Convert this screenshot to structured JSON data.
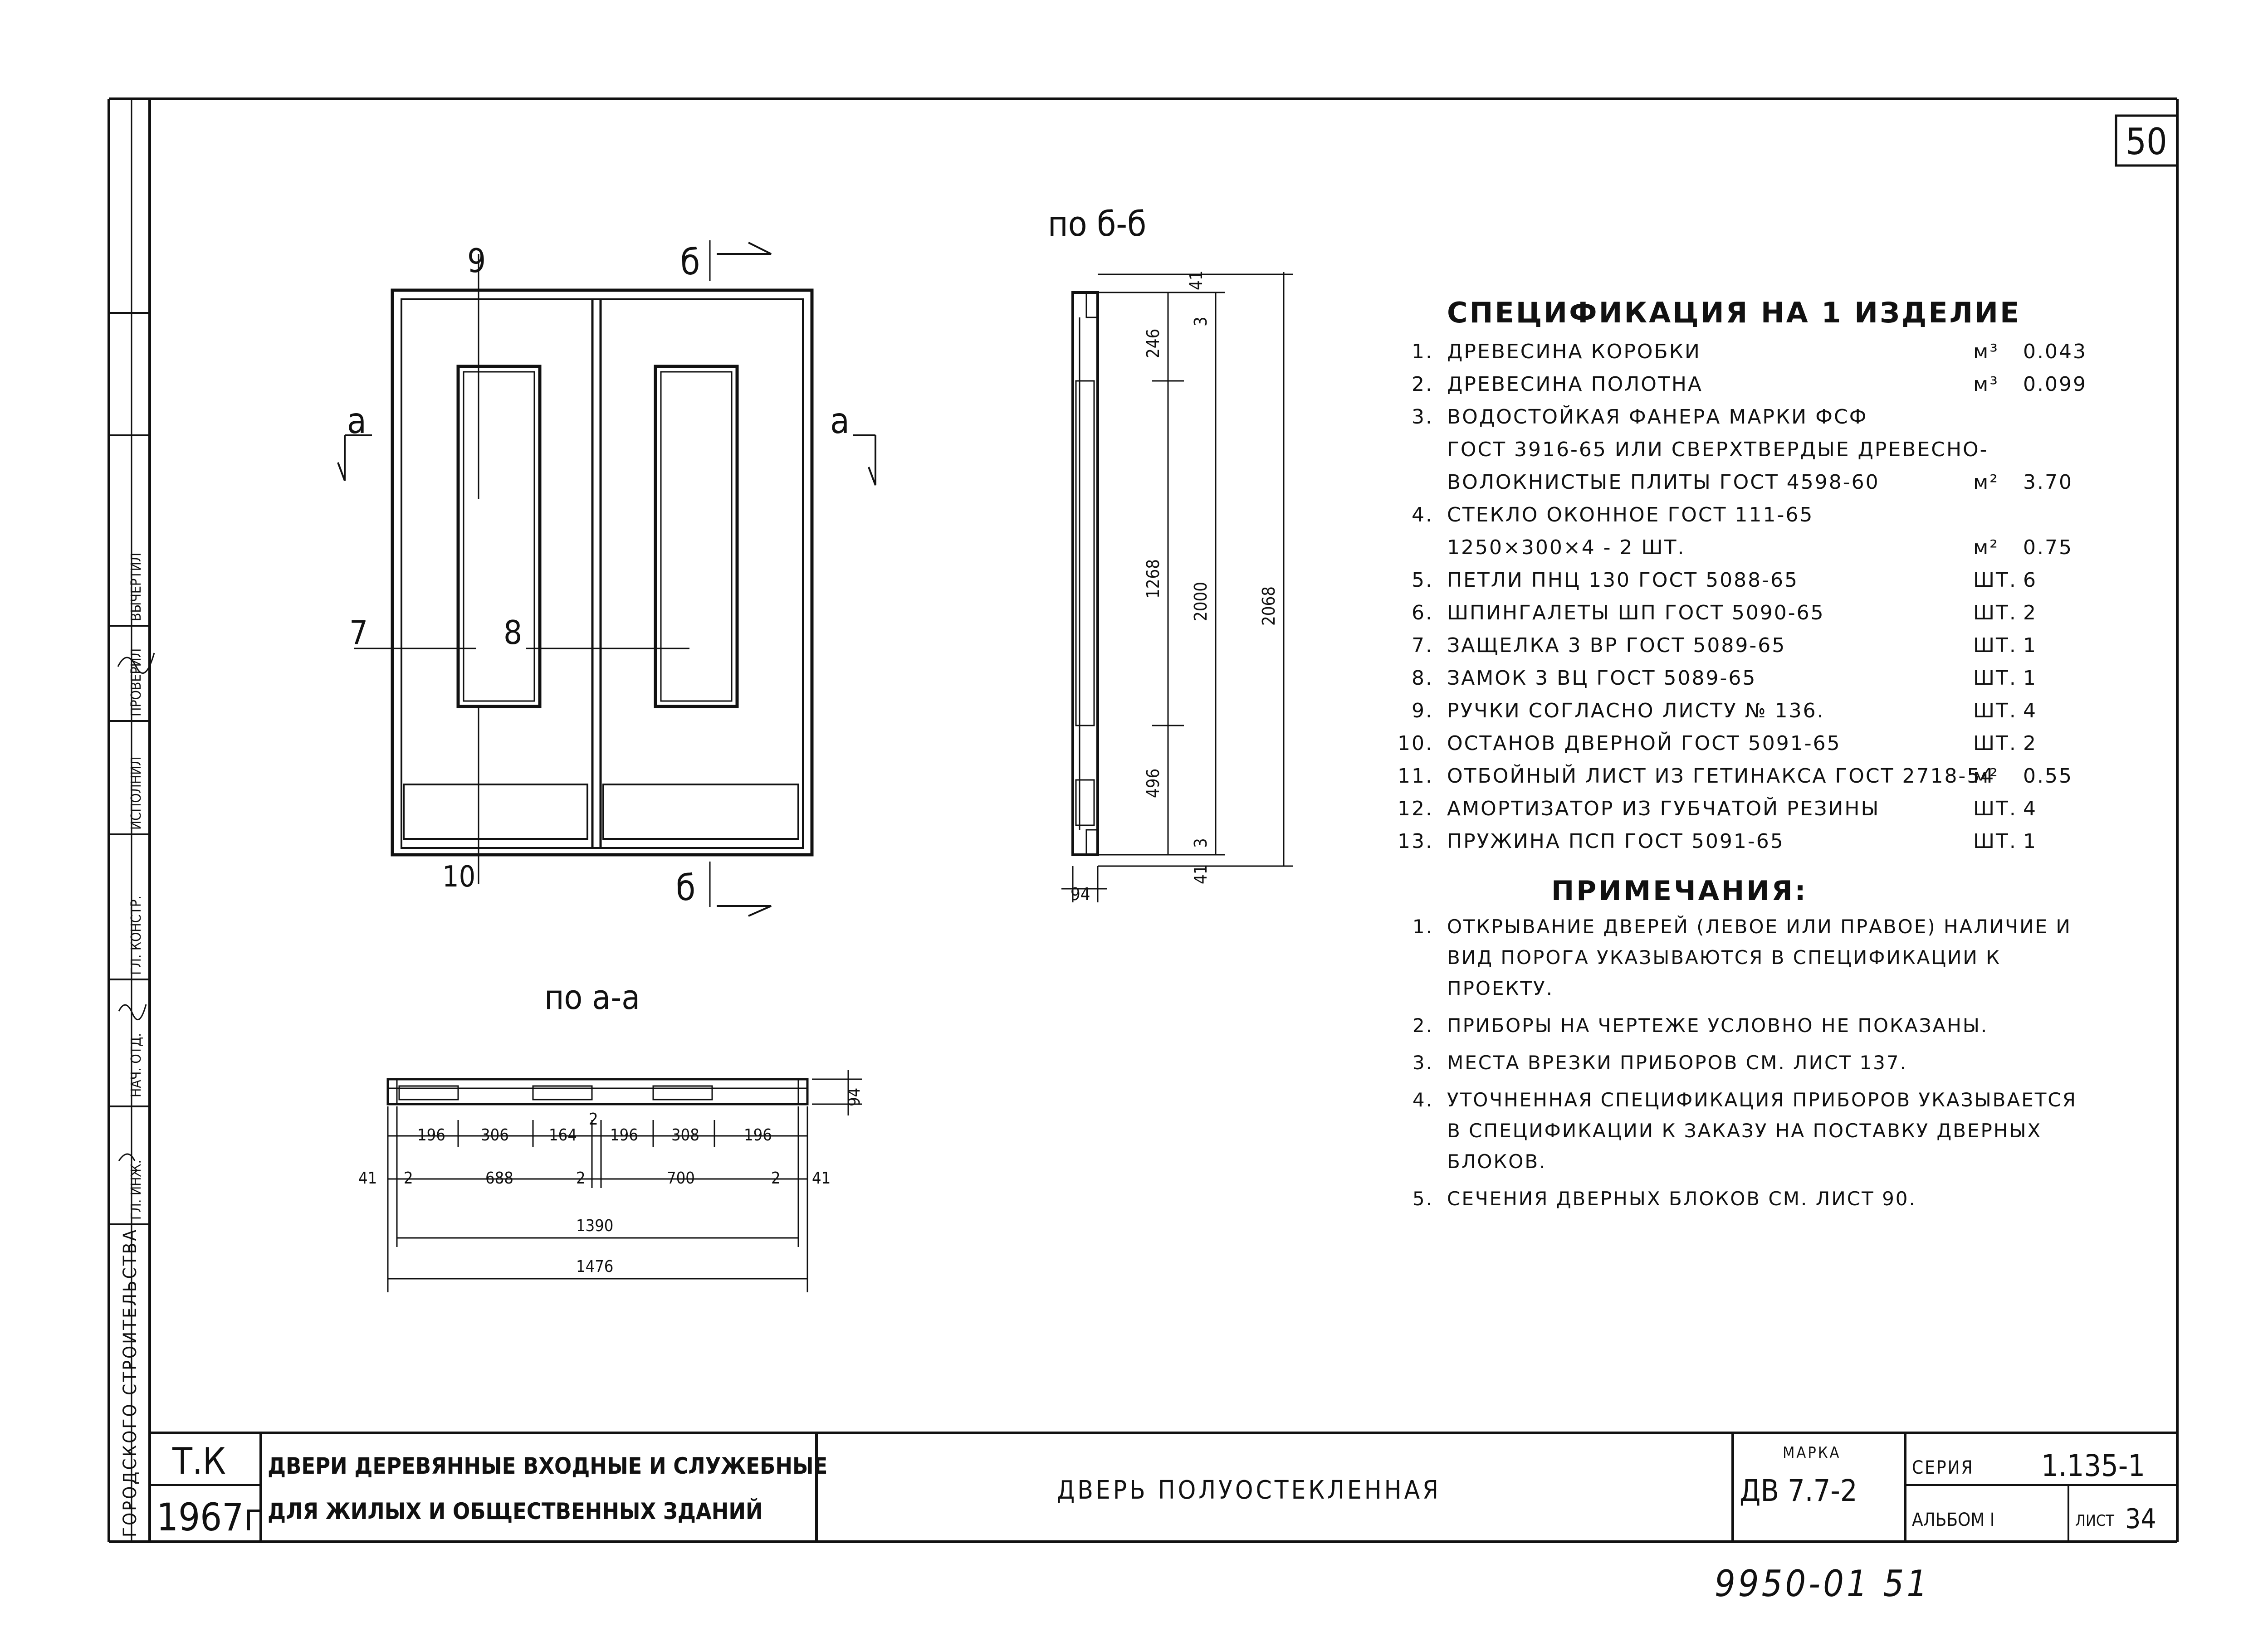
{
  "sheet_number_box": "50",
  "views": {
    "section_bb_title": "по б-б",
    "section_aa_title": "по а-а",
    "markers": {
      "nine": "9",
      "seven": "7",
      "eight": "8",
      "ten": "10",
      "a_left": "а",
      "a_right": "а",
      "b_top": "б",
      "b_bottom": "б"
    }
  },
  "dimensions_bb": {
    "d41_top": "41",
    "d246": "246",
    "d3_top": "3",
    "d1268": "1268",
    "d2000": "2000",
    "d2068": "2068",
    "d496": "496",
    "d3_bottom": "3",
    "d41_bottom": "41",
    "d94": "94"
  },
  "dimensions_aa": {
    "d196a": "196",
    "d306": "306",
    "d164": "164",
    "d2top": "2",
    "d196b": "196",
    "d308": "308",
    "d196c": "196",
    "d94": "94",
    "d41l": "41",
    "d2a": "2",
    "d688": "688",
    "d2b": "2",
    "d700": "700",
    "d2c": "2",
    "d41r": "41",
    "d1390": "1390",
    "d1476": "1476"
  },
  "specification": {
    "title": "СПЕЦИФИКАЦИЯ НА 1 ИЗДЕЛИЕ",
    "rows": [
      {
        "num": "1.",
        "text": "ДРЕВЕСИНА КОРОБКИ",
        "unit": "м³",
        "qty": "0.043"
      },
      {
        "num": "2.",
        "text": "ДРЕВЕСИНА ПОЛОТНА",
        "unit": "м³",
        "qty": "0.099"
      },
      {
        "num": "3.",
        "text": "ВОДОСТОЙКАЯ ФАНЕРА МАРКИ ФСФ",
        "unit": "",
        "qty": ""
      },
      {
        "num": "",
        "text": "ГОСТ 3916-65 ИЛИ СВЕРХТВЕРДЫЕ ДРЕВЕСНО-",
        "unit": "",
        "qty": ""
      },
      {
        "num": "",
        "text": "ВОЛОКНИСТЫЕ ПЛИТЫ ГОСТ 4598-60",
        "unit": "м²",
        "qty": "3.70"
      },
      {
        "num": "4.",
        "text": "СТЕКЛО ОКОННОЕ ГОСТ 111-65",
        "unit": "",
        "qty": ""
      },
      {
        "num": "",
        "text": "1250×300×4 - 2 ШТ.",
        "unit": "м²",
        "qty": "0.75"
      },
      {
        "num": "5.",
        "text": "ПЕТЛИ ПНЦ 130 ГОСТ 5088-65",
        "unit": "ШТ.",
        "qty": "6"
      },
      {
        "num": "6.",
        "text": "ШПИНГАЛЕТЫ ШП ГОСТ 5090-65",
        "unit": "ШТ.",
        "qty": "2"
      },
      {
        "num": "7.",
        "text": "ЗАЩЕЛКА 3 ВР ГОСТ 5089-65",
        "unit": "ШТ.",
        "qty": "1"
      },
      {
        "num": "8.",
        "text": "ЗАМОК 3 ВЦ ГОСТ 5089-65",
        "unit": "ШТ.",
        "qty": "1"
      },
      {
        "num": "9.",
        "text": "РУЧКИ СОГЛАСНО ЛИСТУ № 136.",
        "unit": "ШТ.",
        "qty": "4"
      },
      {
        "num": "10.",
        "text": "ОСТАНОВ ДВЕРНОЙ ГОСТ 5091-65",
        "unit": "ШТ.",
        "qty": "2"
      },
      {
        "num": "11.",
        "text": "ОТБОЙНЫЙ ЛИСТ ИЗ ГЕТИНАКСА ГОСТ 2718-54",
        "unit": "м²",
        "qty": "0.55"
      },
      {
        "num": "12.",
        "text": "АМОРТИЗАТОР ИЗ ГУБЧАТОЙ РЕЗИНЫ",
        "unit": "ШТ.",
        "qty": "4"
      },
      {
        "num": "13.",
        "text": "ПРУЖИНА ПСП ГОСТ 5091-65",
        "unit": "ШТ.",
        "qty": "1"
      }
    ]
  },
  "notes": {
    "title": "ПРИМЕЧАНИЯ:",
    "items": [
      {
        "num": "1.",
        "text": "ОТКРЫВАНИЕ ДВЕРЕЙ (ЛЕВОЕ ИЛИ ПРАВОЕ) НАЛИЧИЕ И ВИД ПОРОГА УКАЗЫВАЮТСЯ В СПЕЦИФИКАЦИИ К ПРОЕКТУ."
      },
      {
        "num": "2.",
        "text": "ПРИБОРЫ НА ЧЕРТЕЖЕ УСЛОВНО НЕ ПОКАЗАНЫ."
      },
      {
        "num": "3.",
        "text": "МЕСТА ВРЕЗКИ ПРИБОРОВ СМ. ЛИСТ 137."
      },
      {
        "num": "4.",
        "text": "УТОЧНЕННАЯ СПЕЦИФИКАЦИЯ ПРИБОРОВ УКАЗЫВАЕТСЯ В СПЕЦИФИКАЦИИ К ЗАКАЗУ НА ПОСТАВКУ ДВЕРНЫХ БЛОКОВ."
      },
      {
        "num": "5.",
        "text": "СЕЧЕНИЯ ДВЕРНЫХ БЛОКОВ СМ. ЛИСТ 90."
      }
    ]
  },
  "title_block": {
    "org": "Т.К",
    "year": "1967г",
    "project_line1": "ДВЕРИ ДЕРЕВЯННЫЕ ВХОДНЫЕ И СЛУЖЕБНЫЕ",
    "project_line2": "ДЛЯ ЖИЛЫХ И ОБЩЕСТВЕННЫХ ЗДАНИЙ",
    "drawing_title": "ДВЕРЬ ПОЛУОСТЕКЛЕННАЯ",
    "marka_label": "МАРКА",
    "marka_value": "ДВ 7.7-2",
    "series_label": "СЕРИЯ",
    "series_value": "1.135-1",
    "album_label": "АЛЬБОМ I",
    "sheet_label": "ЛИСТ",
    "sheet_value": "34"
  },
  "left_strip": {
    "main": "ГОРОДСКОГО СТРОИТЕЛЬСТВА",
    "cells": [
      "ГЛ. ИНЖ.",
      "НАЧ. ОТД.",
      "ГЛ. КОНСТР.",
      "ИСПОЛНИЛ",
      "ПРОВЕРИЛ",
      "ВЫЧЕРТИЛ"
    ]
  },
  "bottom_handwritten": "9950-01 51"
}
